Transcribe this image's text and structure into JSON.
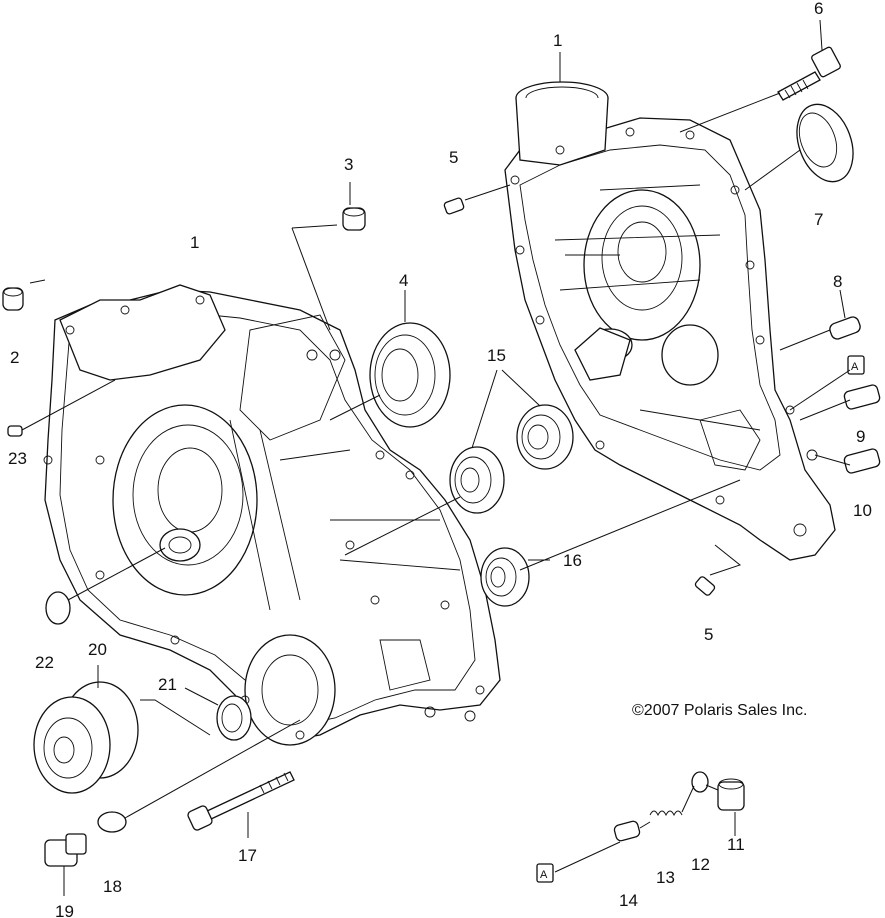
{
  "copyright": "©2007 Polaris Sales Inc.",
  "callouts": {
    "c1_right": "1",
    "c1_left": "1",
    "c2": "2",
    "c3": "3",
    "c4": "4",
    "c5_top": "5",
    "c5_bottom": "5",
    "c6": "6",
    "c7": "7",
    "c8": "8",
    "c9": "9",
    "c10": "10",
    "c11": "11",
    "c12": "12",
    "c13": "13",
    "c14": "14",
    "c15": "15",
    "c16": "16",
    "c17": "17",
    "c18": "18",
    "c19": "19",
    "c20": "20",
    "c21": "21",
    "c22": "22",
    "c23": "23"
  },
  "tags": {
    "tag_a_right": "A",
    "tag_a_bottom": "A"
  }
}
